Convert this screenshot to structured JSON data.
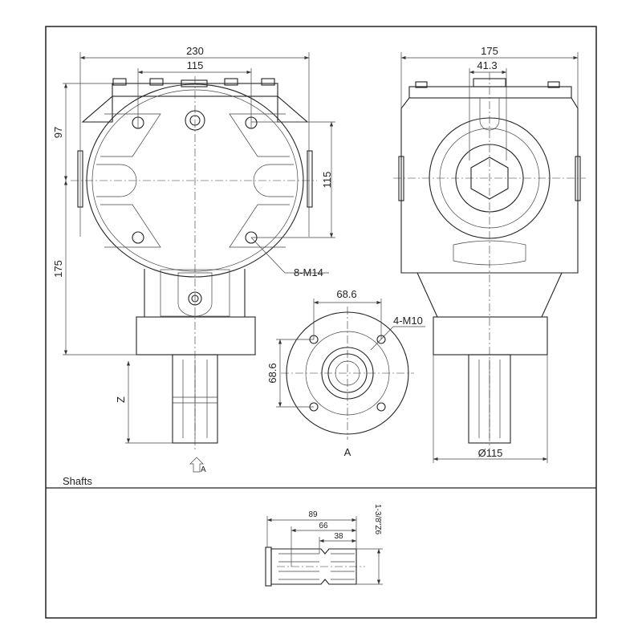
{
  "section_label": "Shafts",
  "front_view": {
    "dim_width": "230",
    "dim_bolt_spacing": "115",
    "dim_upper_height": "97",
    "dim_lower_height": "175",
    "bolt_callout": "8-M14",
    "shaft_length_label": "Z",
    "view_arrow_label": "A"
  },
  "side_view": {
    "dim_width": "175",
    "dim_hex": "41.3",
    "dim_bolt_spacing": "115",
    "dim_flange_diameter": "Ø115"
  },
  "flange_view": {
    "dim_horizontal": "68.6",
    "dim_vertical": "68.6",
    "bolt_callout": "4-M10",
    "view_label": "A"
  },
  "shaft_detail": {
    "dim_total": "89",
    "dim_mid": "66",
    "dim_short": "38",
    "spline_spec": "1-3/8\"Z6"
  }
}
